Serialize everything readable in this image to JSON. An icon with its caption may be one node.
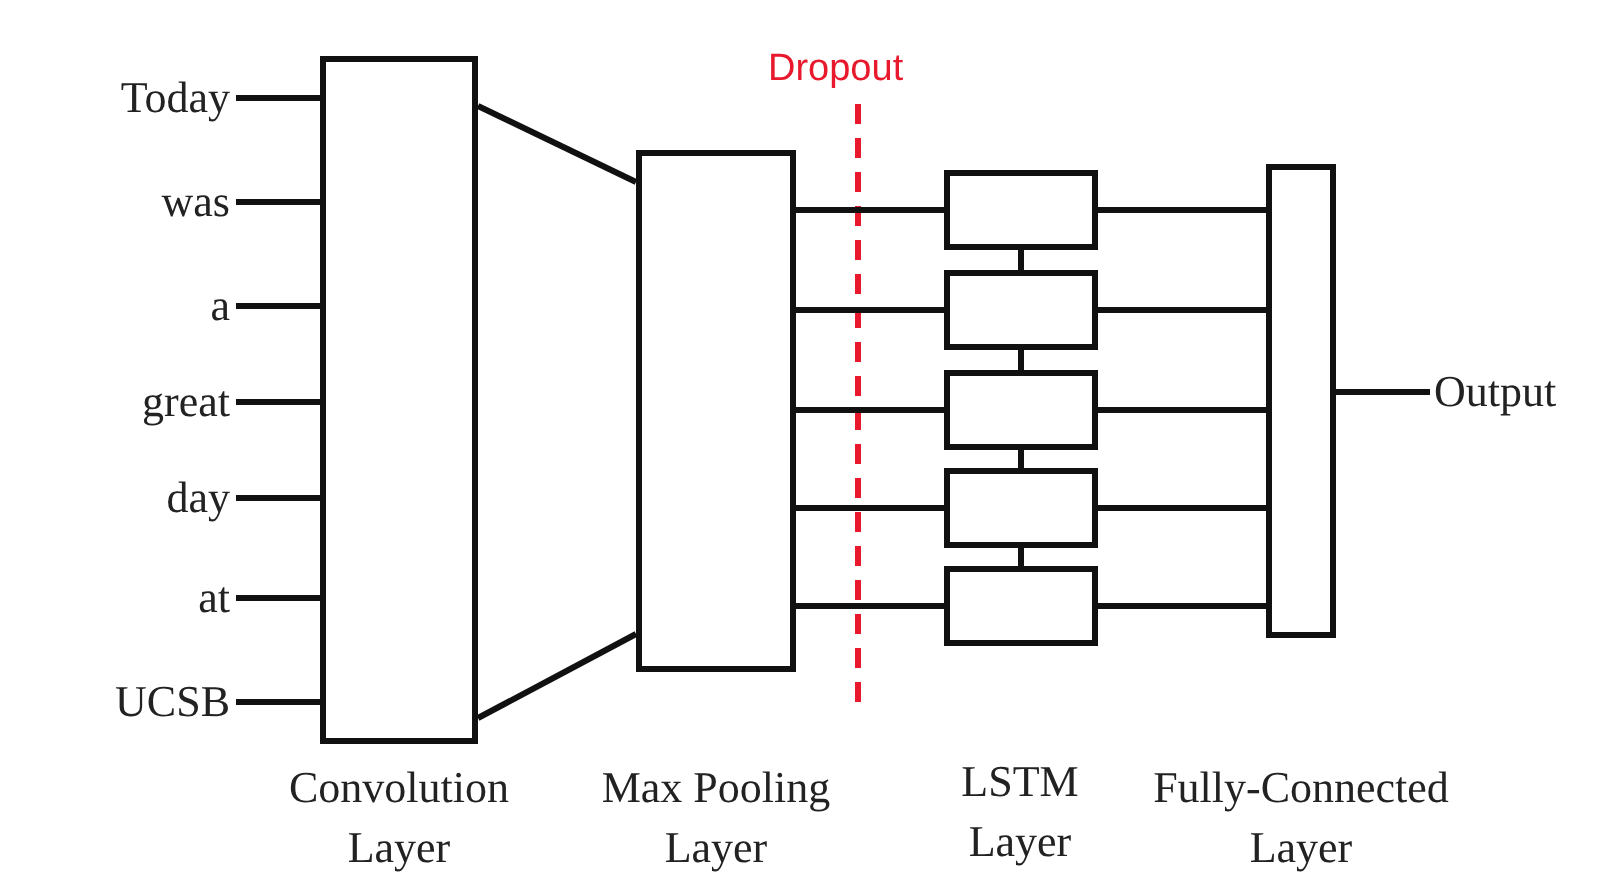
{
  "diagram": {
    "nodes": [
      {
        "text": [
          "Today"
        ]
      },
      {
        "text": [
          "was"
        ]
      },
      {
        "text": [
          "a"
        ]
      },
      {
        "text": [
          "great"
        ]
      },
      {
        "text": [
          "day"
        ]
      },
      {
        "text": [
          "at"
        ]
      },
      {
        "text": [
          "UCSB"
        ]
      },
      {
        "text": [
          "Convolution Layer"
        ]
      },
      {
        "text": [
          "Max Pooling Layer"
        ]
      },
      {
        "text": [],
        "shape": "box"
      },
      {
        "text": [],
        "shape": "box"
      },
      {
        "text": [],
        "shape": "box"
      },
      {
        "text": [],
        "shape": "box"
      },
      {
        "text": [],
        "shape": "box"
      },
      {
        "text": [
          "Fully-Connected Layer"
        ]
      },
      {
        "text": [
          "Output"
        ]
      }
    ],
    "edges": [
      {
        "from": 0,
        "to": 7,
        "arrow": "none"
      },
      {
        "from": 1,
        "to": 7,
        "arrow": "none"
      },
      {
        "from": 2,
        "to": 7,
        "arrow": "none"
      },
      {
        "from": 3,
        "to": 7,
        "arrow": "none"
      },
      {
        "from": 4,
        "to": 7,
        "arrow": "none"
      },
      {
        "from": 5,
        "to": 7,
        "arrow": "none"
      },
      {
        "from": 6,
        "to": 7,
        "arrow": "none"
      },
      {
        "from": 7,
        "to": 8,
        "arrow": "none"
      },
      {
        "from": 7,
        "to": 8,
        "arrow": "none"
      },
      {
        "from": 8,
        "to": 9,
        "arrow": "none"
      },
      {
        "from": 8,
        "to": 10,
        "arrow": "none"
      },
      {
        "from": 8,
        "to": 11,
        "arrow": "none"
      },
      {
        "from": 8,
        "to": 12,
        "arrow": "none"
      },
      {
        "from": 8,
        "to": 13,
        "arrow": "none"
      },
      {
        "from": 9,
        "to": 10,
        "arrow": "none"
      },
      {
        "from": 10,
        "to": 11,
        "arrow": "none"
      },
      {
        "from": 11,
        "to": 12,
        "arrow": "none"
      },
      {
        "from": 12,
        "to": 13,
        "arrow": "none"
      },
      {
        "from": 9,
        "to": 14,
        "arrow": "none"
      },
      {
        "from": 10,
        "to": 14,
        "arrow": "none"
      },
      {
        "from": 11,
        "to": 14,
        "arrow": "none"
      },
      {
        "from": 12,
        "to": 14,
        "arrow": "none"
      },
      {
        "from": 13,
        "to": 14,
        "arrow": "none"
      },
      {
        "from": 14,
        "to": 15,
        "arrow": "none"
      }
    ],
    "labels": [
      "Dropout",
      "LSTM Layer"
    ]
  }
}
